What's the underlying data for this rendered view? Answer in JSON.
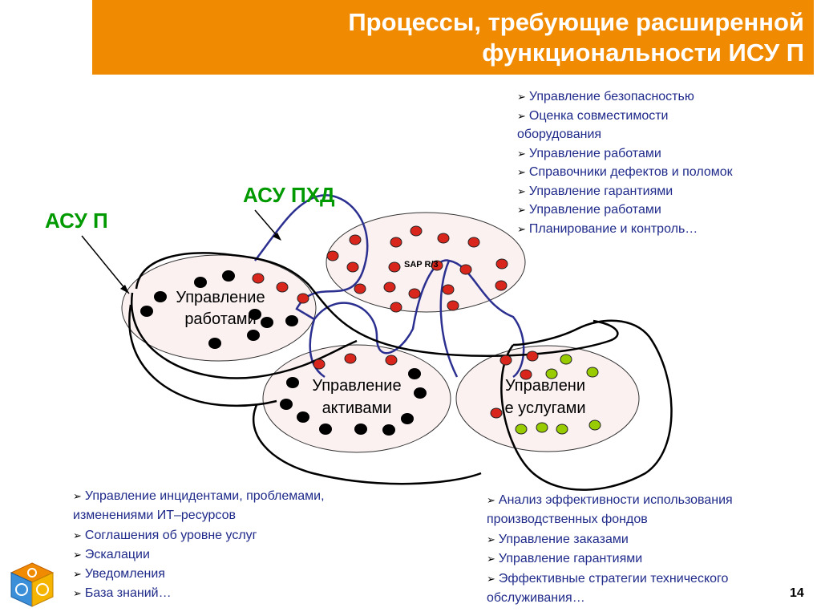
{
  "title": {
    "line1": "Процессы, требующие расширенной",
    "line2": "функциональности ИСУ П"
  },
  "labels": {
    "asu_p": "АСУ П",
    "asu_phd": "АСУ ПХД",
    "sap": "SAP R/3"
  },
  "groups": {
    "work_management": {
      "line1": "Управление",
      "line2": "работами"
    },
    "asset_management": {
      "line1": "Управление",
      "line2": "активами"
    },
    "service_management": {
      "line1": "Управлени",
      "line2": "е услугами"
    }
  },
  "list_top": {
    "items": [
      "Управление безопасностью",
      "Оценка совместимости",
      "оборудования",
      "Управление работами",
      "Справочники дефектов и поломок",
      "Управление гарантиями",
      "Управление работами",
      "Планирование и контроль…"
    ],
    "bullets": [
      true,
      true,
      false,
      true,
      true,
      true,
      true,
      true
    ]
  },
  "list_bottom_left": {
    "items": [
      "Управление инцидентами, проблемами,",
      "изменениями ИТ–ресурсов",
      "Соглашения об уровне услуг",
      "Эскалации",
      "Уведомления",
      "База знаний…"
    ],
    "bullets": [
      true,
      false,
      true,
      true,
      true,
      true
    ]
  },
  "list_bottom_right": {
    "items": [
      "Анализ эффективности использования",
      "производственных фондов",
      "Управление заказами",
      "Управление гарантиями",
      "Эффективные стратегии технического",
      "обслуживания…"
    ],
    "bullets": [
      true,
      false,
      true,
      true,
      true,
      false
    ]
  },
  "page_number": "14",
  "colors": {
    "title_bg": "#f08a00",
    "list_text": "#1f2a8a",
    "label_green": "#009900",
    "dot_red": "#d9261c",
    "dot_black": "#000000",
    "dot_green": "#99cc00",
    "blue_line": "#2b2f8f"
  }
}
